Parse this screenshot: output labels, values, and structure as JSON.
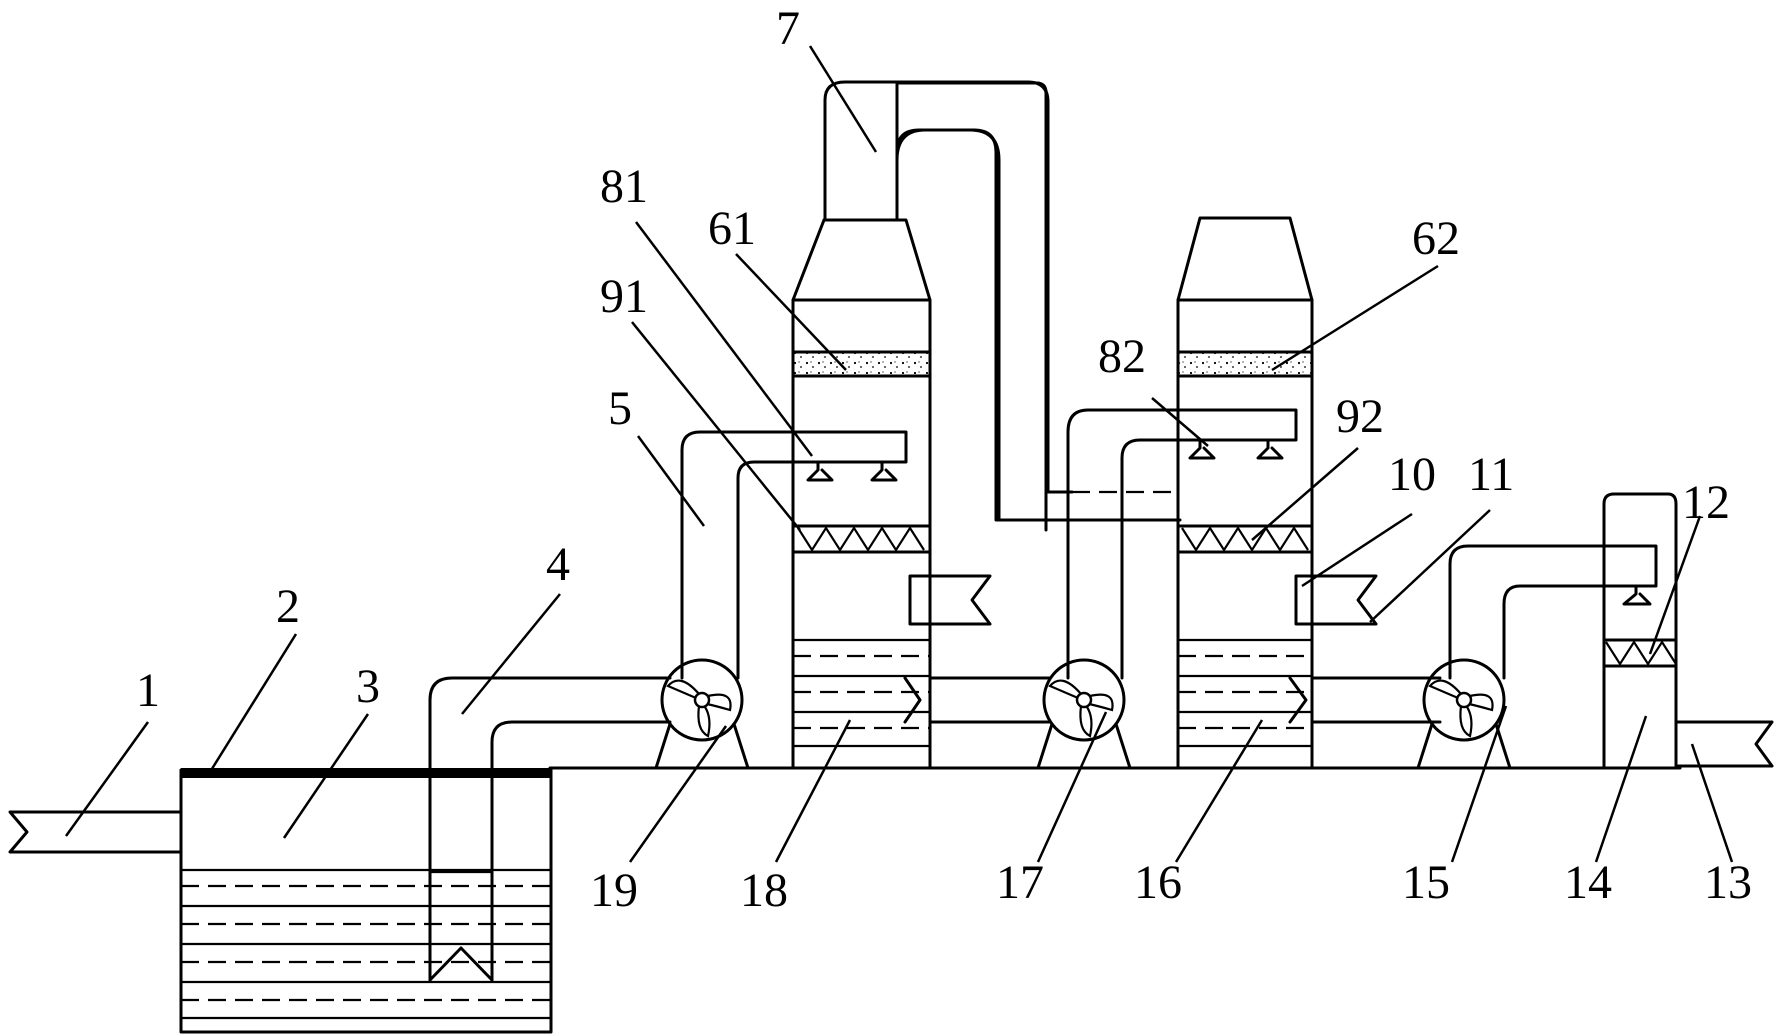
{
  "labels": {
    "l1": "1",
    "l2": "2",
    "l3": "3",
    "l4": "4",
    "l5": "5",
    "l7": "7",
    "l81": "81",
    "l61": "61",
    "l91": "91",
    "l82": "82",
    "l62": "62",
    "l92": "92",
    "l10": "10",
    "l11": "11",
    "l12": "12",
    "l13": "13",
    "l14": "14",
    "l15": "15",
    "l16": "16",
    "l17": "17",
    "l18": "18",
    "l19": "19"
  }
}
